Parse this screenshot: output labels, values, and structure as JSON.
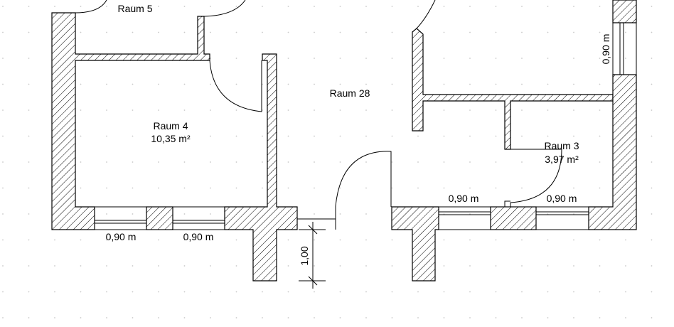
{
  "rooms": {
    "raum5": {
      "name": "Raum 5"
    },
    "raum4": {
      "name": "Raum 4",
      "area": "10,35 m²"
    },
    "raum28": {
      "name": "Raum 28"
    },
    "raum3": {
      "name": "Raum 3",
      "area": "3,97 m²"
    }
  },
  "dimensions": {
    "window_a": "0,90 m",
    "window_b": "0,90 m",
    "window_c": "0,90 m",
    "window_d": "0,90 m",
    "window_e": "0,90 m",
    "stair_step": "1,00"
  },
  "colors": {
    "wall_stroke": "#000000",
    "hatch": "#000000",
    "grid_dot": "#c8c8c8"
  }
}
